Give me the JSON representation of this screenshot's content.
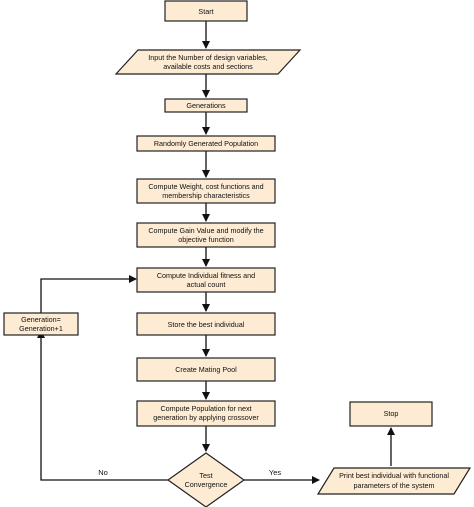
{
  "nodes": {
    "start": "Start",
    "input_line1": "Input the Number of design variables,",
    "input_line2": "available costs and sections",
    "generations": "Generations",
    "random_population": "Randomly Generated Population",
    "compute_weight_line1": "Compute Weight, cost functions and",
    "compute_weight_line2": "membership characteristics",
    "compute_gain_line1": "Compute Gain Value and modify the",
    "compute_gain_line2": "objective function",
    "compute_fitness_line1": "Compute Individual fitness and",
    "compute_fitness_line2": "actual count",
    "store_best": "Store the best individual",
    "mating_pool": "Create Mating Pool",
    "compute_population_line1": "Compute Population for next",
    "compute_population_line2": "generation by applying crossover",
    "test_line1": "Test",
    "test_line2": "Convergence",
    "generation_update_line1": "Generation=",
    "generation_update_line2": "Generation+1",
    "print_best_line1": "Print best individual with functional",
    "print_best_line2": "parameters of the system",
    "stop": "Stop"
  },
  "edge_labels": {
    "no": "No",
    "yes": "Yes"
  }
}
